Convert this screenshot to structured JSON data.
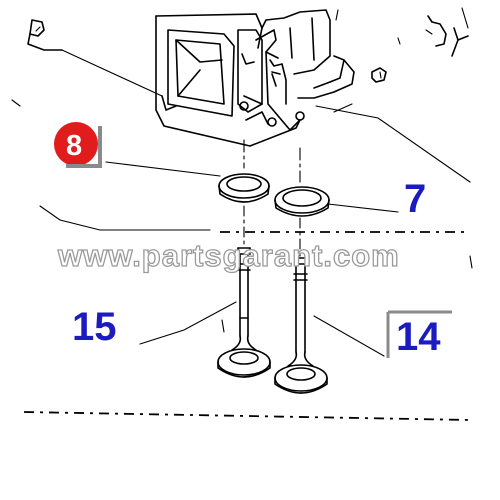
{
  "watermark": "www.partsgarant.com",
  "callouts": {
    "highlighted": {
      "label": "8",
      "badge_color": "#e01c1c"
    },
    "valve_seal_right": {
      "label": "7"
    },
    "valve_left": {
      "label": "15"
    },
    "valve_right": {
      "label": "14"
    }
  },
  "colors": {
    "callout_text": "#1b1bbf",
    "line_art": "#000000",
    "watermark": "#9a9a9a"
  }
}
